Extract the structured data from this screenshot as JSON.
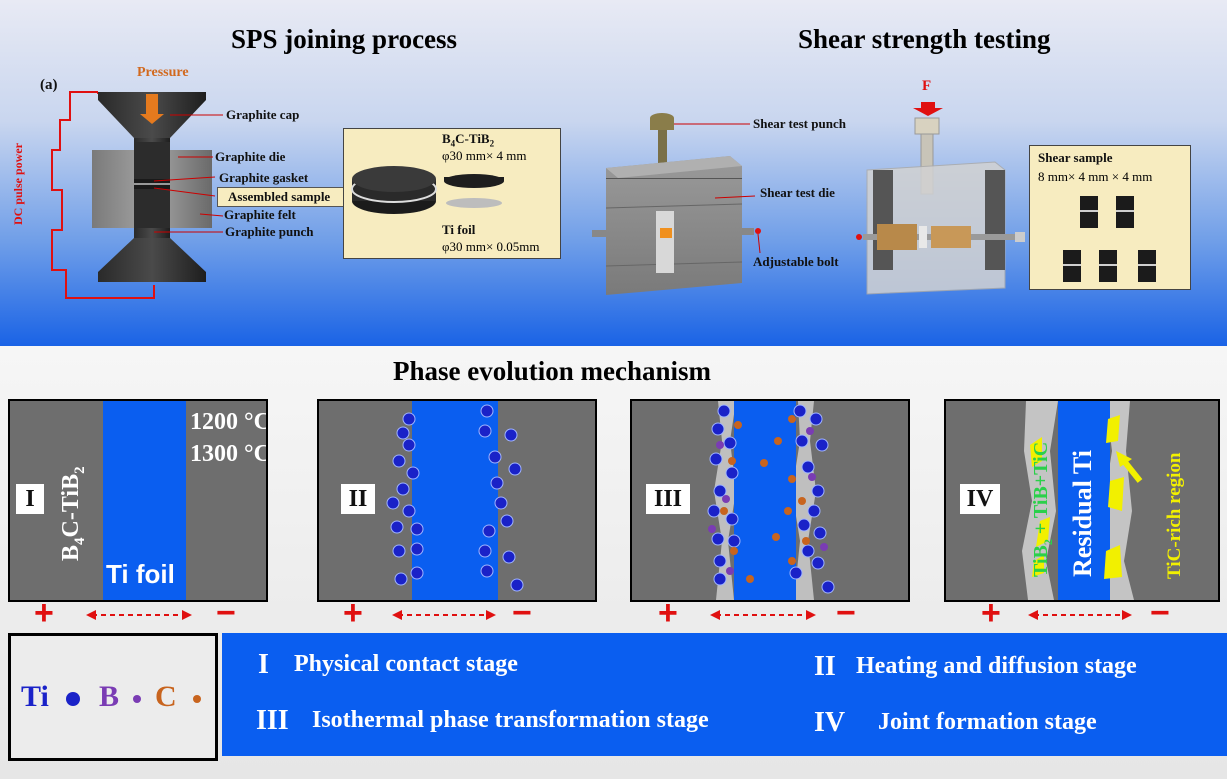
{
  "titles": {
    "sps": "SPS joining process",
    "shear": "Shear strength testing",
    "phase": "Phase evolution mechanism"
  },
  "sps": {
    "panel_label": "(a)",
    "pressure": "Pressure",
    "dc_power": "DC pulse power",
    "labels": {
      "cap": "Graphite cap",
      "die": "Graphite die",
      "gasket": "Graphite gasket",
      "assembled": "Assembled sample",
      "felt": "Graphite felt",
      "punch": "Graphite punch"
    },
    "sample_box": {
      "material1_a": "B",
      "material1_sub1": "4",
      "material1_b": "C-TiB",
      "material1_sub2": "2",
      "dim1": "φ30 mm× 4 mm",
      "material2": "Ti  foil",
      "dim2": "φ30 mm× 0.05mm"
    }
  },
  "shear": {
    "punch_label": "Shear test punch",
    "die_label": "Shear test die",
    "bolt_label": "Adjustable bolt",
    "force": "F",
    "sample_title": "Shear sample",
    "sample_dim": "8 mm× 4 mm × 4 mm"
  },
  "panels": {
    "p1": {
      "roman": "I",
      "material_a": "B",
      "material_sub1": "4",
      "material_b": "C-TiB",
      "material_sub2": "2",
      "temp1": "1200 °C",
      "temp2": "1300 °C",
      "foil": "Ti foil"
    },
    "p2": {
      "roman": "II"
    },
    "p3": {
      "roman": "III"
    },
    "p4": {
      "roman": "IV",
      "phases_a": "TiB",
      "phases_sub": "2",
      "phases_b": " + TiB+TiC",
      "residual": "Residual Ti",
      "tic": "TiC-rich region"
    }
  },
  "polarity": {
    "plus": "+",
    "minus": "−"
  },
  "legend": {
    "ti": "Ti",
    "b": "B",
    "c": "C"
  },
  "stages": {
    "s1_roman": "I",
    "s1": "Physical contact stage",
    "s2_roman": "II",
    "s2": "Heating and diffusion stage",
    "s3_roman": "III",
    "s3": "Isothermal phase transformation stage",
    "s4_roman": "IV",
    "s4": "Joint formation stage"
  },
  "colors": {
    "ti": "#1a22c8",
    "b": "#7a3cb4",
    "c": "#c8641e",
    "foil_blue": "#0a5ef0",
    "wire_red": "#e01010",
    "phase_green": "#2ad04a",
    "tic_yellow": "#f2f000"
  }
}
